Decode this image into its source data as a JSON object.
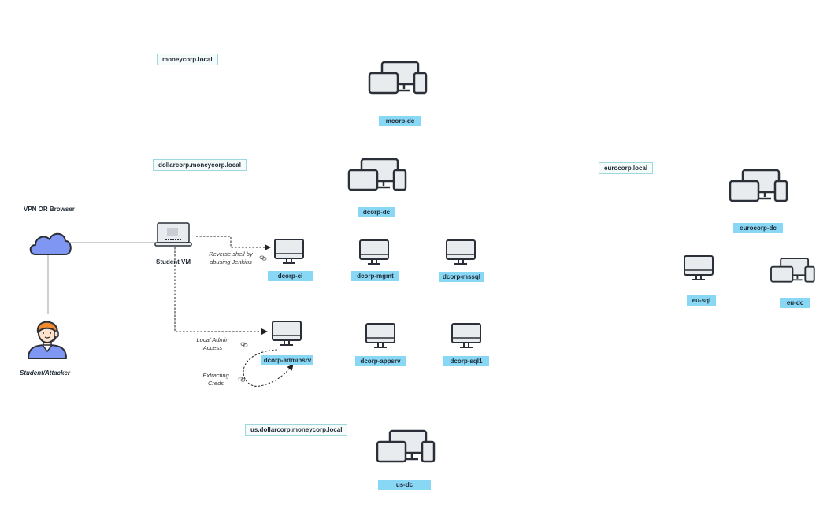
{
  "domains": {
    "moneycorp": "moneycorp.local",
    "dollarcorp": "dollarcorp.moneycorp.local",
    "eurocorp": "eurocorp.local",
    "us": "us.dollarcorp.moneycorp.local"
  },
  "hosts": {
    "mcorp_dc": "mcorp-dc",
    "dcorp_dc": "dcorp-dc",
    "eurocorp_dc": "eurocorp-dc",
    "dcorp_ci": "dcorp-ci",
    "dcorp_mgmt": "dcorp-mgmt",
    "dcorp_mssql": "dcorp-mssql",
    "eu_sql": "eu-sql",
    "eu_dc": "eu-dc",
    "dcorp_adminsrv": "dcorp-adminsrv",
    "dcorp_appsrv": "dcorp-appsrv",
    "dcorp_sql1": "dcorp-sql1",
    "us_dc": "us-dc"
  },
  "labels": {
    "vpn": "VPN OR Browser",
    "student_vm": "Student VM",
    "attacker": "Student/Attacker"
  },
  "annotations": {
    "reverse_shell_line1": "Reverse shell by",
    "reverse_shell_line2": "abusing Jenkins",
    "local_admin_line1": "Local Admin",
    "local_admin_line2": "Access",
    "extracting_line1": "Extracting",
    "extracting_line2": "Creds"
  },
  "icons": {
    "cloud": "cloud-icon",
    "laptop": "laptop-icon",
    "person": "user-headset-icon",
    "devices": "multi-device-icon",
    "monitor": "monitor-icon",
    "link": "link-icon"
  },
  "colors": {
    "host_label_bg": "#88d7f5",
    "domain_border": "#9fd8dc",
    "cloud_fill": "#7f96f2",
    "device_fill": "#e9ecef",
    "device_stroke": "#2b3038",
    "person_hair": "#f28a2e",
    "person_shirt": "#7f96f2"
  }
}
